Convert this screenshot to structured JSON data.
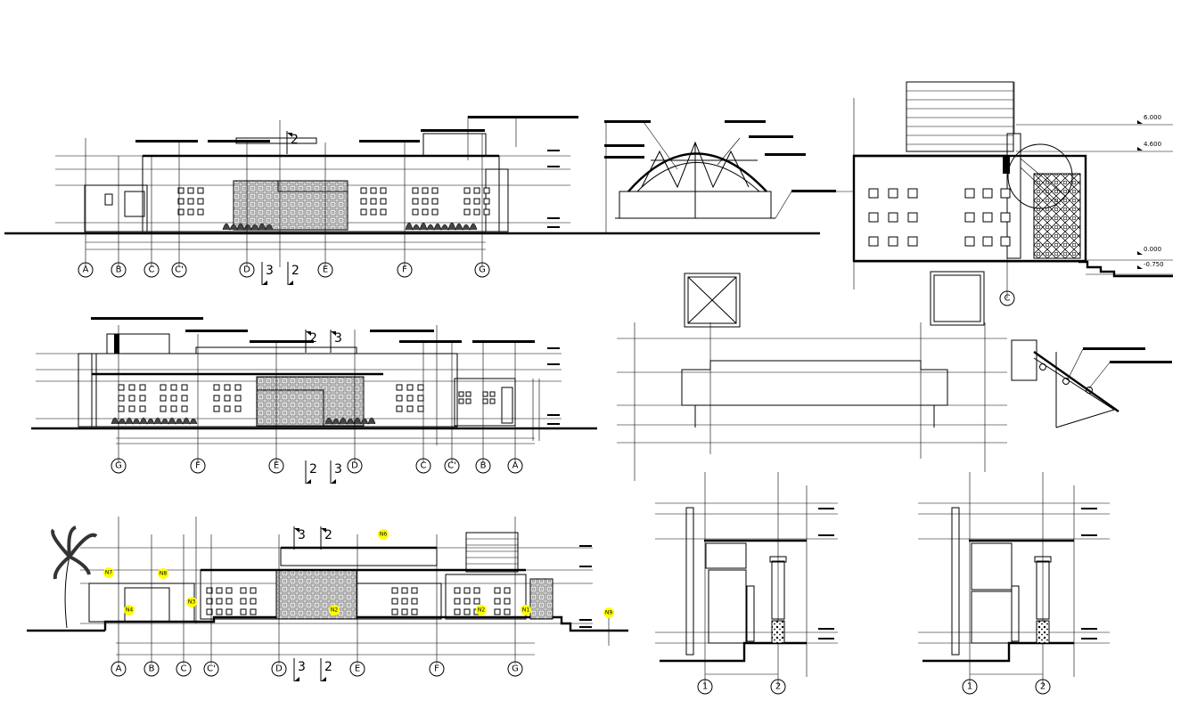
{
  "drawing": {
    "background": "#ffffff",
    "line_color": "#000000",
    "marker_color": "#ffff00",
    "elevation_a": {
      "gridlines": [
        "A",
        "B",
        "C",
        "C'",
        "D",
        "E",
        "F",
        "G"
      ],
      "section_marks": [
        "3",
        "2"
      ],
      "top_section_marks": [
        "2"
      ]
    },
    "elevation_b": {
      "gridlines": [
        "G",
        "F",
        "E",
        "D",
        "C",
        "C'",
        "B",
        "A"
      ],
      "section_marks": [
        "2",
        "3"
      ],
      "top_section_marks": [
        "2",
        "3"
      ]
    },
    "section_c": {
      "gridlines": [
        "A",
        "B",
        "C",
        "C'",
        "D",
        "E",
        "F",
        "G"
      ],
      "section_marks": [
        "3",
        "2"
      ],
      "top_section_marks": [
        "3",
        "2"
      ],
      "markers": [
        "N7",
        "N8",
        "N6",
        "N4",
        "N3",
        "N2",
        "N2",
        "N1",
        "N9"
      ]
    },
    "side_elevation": {
      "levels": [
        "6.000",
        "4.600",
        "0.000",
        "-0.750"
      ],
      "gridline": "C"
    },
    "wall_sections": {
      "left_gridlines": [
        "1",
        "2"
      ],
      "right_gridlines": [
        "1",
        "2"
      ]
    }
  }
}
